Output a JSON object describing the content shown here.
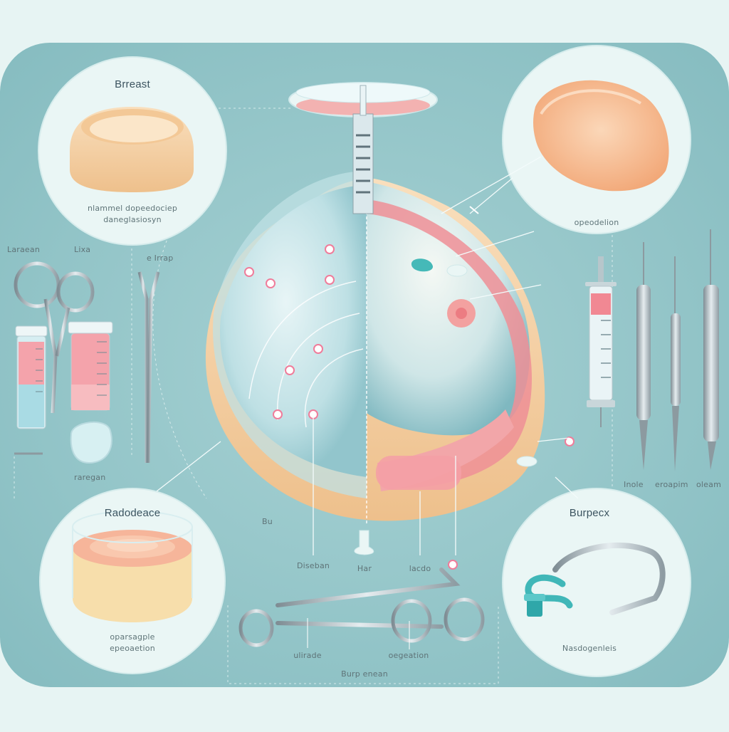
{
  "labels": {
    "circle_top_left_title": "Brreast",
    "circle_top_left_caption_1": "nlammel dopeedociep",
    "circle_top_left_caption_2": "daneglasiosyn",
    "circle_top_right_caption": "opeodelion",
    "circle_bottom_left_title": "Radodeace",
    "circle_bottom_left_caption_1": "oparsagple",
    "circle_bottom_left_caption_2": "epeoaetion",
    "circle_bottom_right_title": "Burpecx",
    "circle_bottom_right_caption": "Nasdogenleis",
    "left_tool_label_1": "Laraean",
    "left_tool_label_2": "Lixa",
    "left_tool_label_3": "e Irrap",
    "left_tool_label_4": "raregan",
    "center_label_bu": "Bu",
    "center_label_1": "Diseban",
    "center_label_2": "Har",
    "center_label_3": "lacdo",
    "scissors_label_1": "ulirade",
    "scissors_label_2": "oegeation",
    "bottom_footer": "Burp enean",
    "right_tool_label_1": "Inole",
    "right_tool_label_2": "eroapim",
    "right_tool_label_3": "oleam"
  },
  "colors": {
    "background": "#e7f4f3",
    "panel": "#8fc3c6",
    "circle_fill": "#eaf6f5",
    "skin": "#f6d2a8",
    "tissue_pink": "#ef8f96",
    "implant_blue": "#b6dce1",
    "accent_pink": "#f07c9a",
    "steel": "#9aa7ad"
  }
}
